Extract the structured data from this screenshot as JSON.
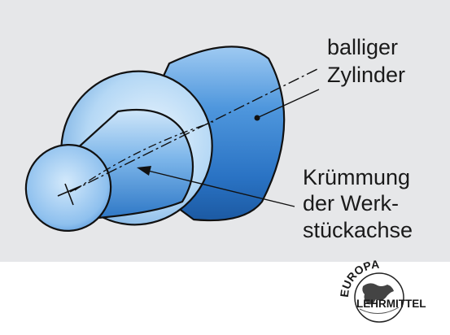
{
  "labels": {
    "balliger_line1": "balliger",
    "balliger_line2": "Zylinder",
    "kruemmung_line1": "Krümmung",
    "kruemmung_line2": "der Werk-",
    "kruemmung_line3": "stückachse"
  },
  "logo": {
    "top_text": "EUROPA",
    "bottom_text": "LEHRMITTEL"
  },
  "colors": {
    "panel_background": "#e6e7e9",
    "cylinder_blue": "#3a86d6",
    "cylinder_light": "#b8dbf6",
    "cylinder_dark": "#1d5fa8",
    "outline": "#111111"
  }
}
